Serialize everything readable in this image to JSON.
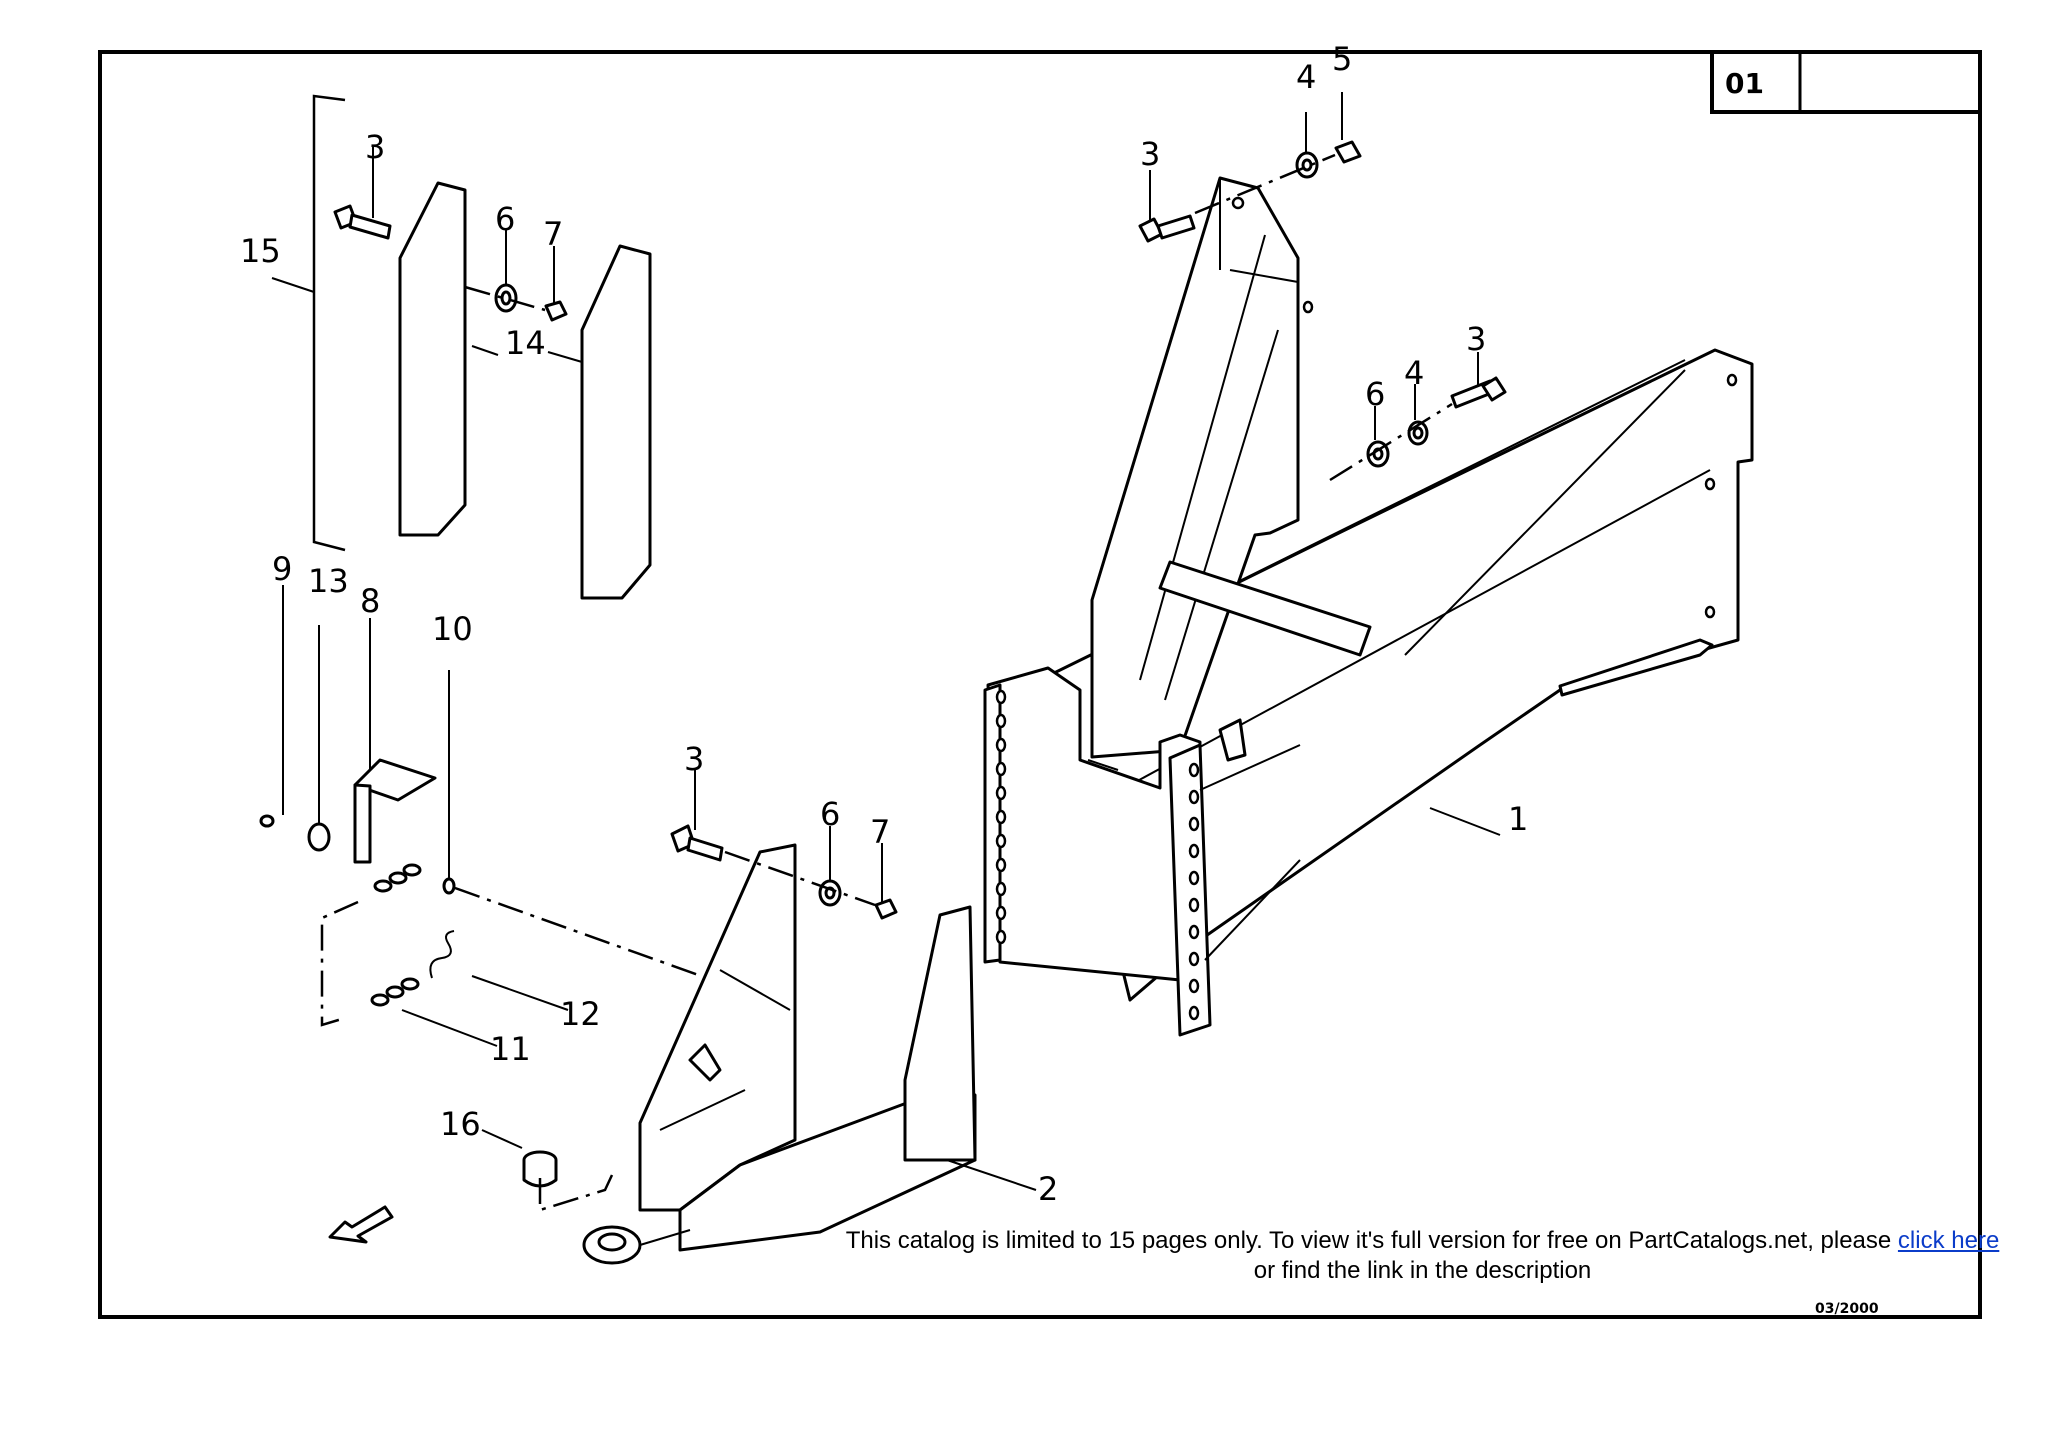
{
  "page_code": "01",
  "date": "03/2000",
  "notice": {
    "line1": "This catalog is limited to 15 pages only. To view it's full version for free on PartCatalogs.net, please",
    "link": "click here",
    "line2": "or find the link in the description"
  },
  "callouts": {
    "c1": "1",
    "c2": "2",
    "c3a": "3",
    "c3b": "3",
    "c3c": "3",
    "c3d": "3",
    "c4a": "4",
    "c4b": "4",
    "c5": "5",
    "c6a": "6",
    "c6b": "6",
    "c6c": "6",
    "c7a": "7",
    "c7b": "7",
    "c8": "8",
    "c9": "9",
    "c10": "10",
    "c11": "11",
    "c12": "12",
    "c13": "13",
    "c14": "14",
    "c15": "15",
    "c16": "16"
  }
}
